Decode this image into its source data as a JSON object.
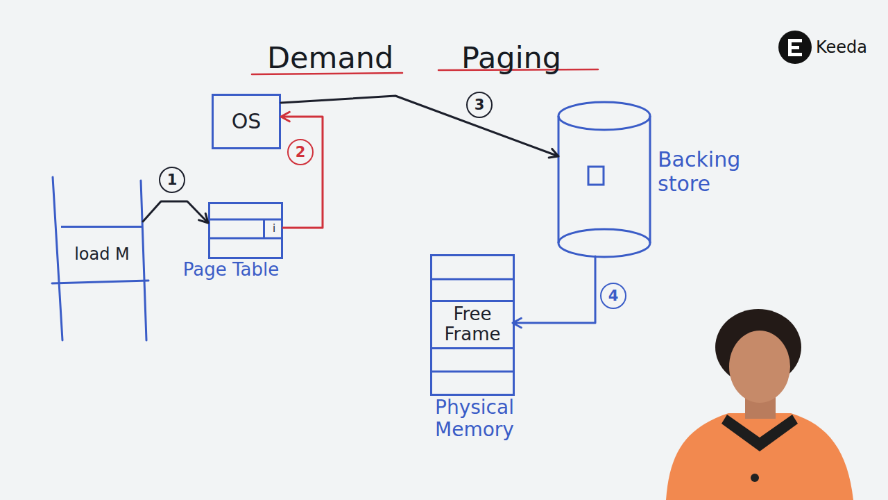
{
  "diagram": {
    "title": "Demand Paging",
    "nodes": [
      {
        "text": [
          "OS"
        ]
      },
      {
        "text": [
          "load M"
        ]
      },
      {
        "text": [
          "Page Table"
        ]
      },
      {
        "text": [
          "i"
        ],
        "in": 2
      },
      {
        "text": [
          "Backing store"
        ]
      },
      {
        "text": [
          "Physical Memory"
        ]
      },
      {
        "text": [
          "Free Frame"
        ],
        "in": 5
      }
    ],
    "edges": [
      {
        "from": 1,
        "to": 2,
        "arrow": "to"
      },
      {
        "from": 3,
        "to": 0,
        "arrow": "to"
      },
      {
        "from": 0,
        "to": 4,
        "arrow": "to"
      },
      {
        "from": 4,
        "to": 6,
        "arrow": "to"
      }
    ],
    "labels": [
      "1",
      "2",
      "3",
      "4",
      "Keeda"
    ]
  }
}
